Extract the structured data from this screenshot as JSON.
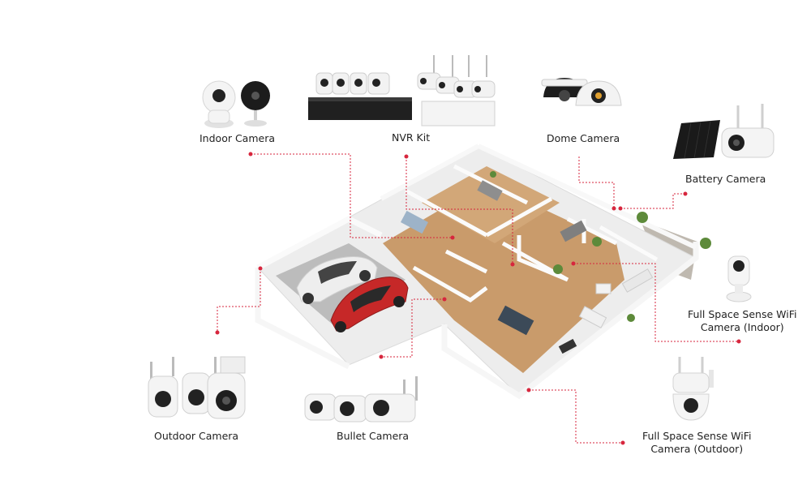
{
  "labels": {
    "indoor": "Indoor Camera",
    "nvr": "NVR Kit",
    "dome": "Dome Camera",
    "battery": "Battery Camera",
    "fss_indoor_1": "Full Space Sense WiFi",
    "fss_indoor_2": "Camera (Indoor)",
    "fss_outdoor_1": "Full Space Sense WiFi",
    "fss_outdoor_2": "Camera (Outdoor)",
    "outdoor": "Outdoor Camera",
    "bullet": "Bullet Camera"
  },
  "colors": {
    "connector": "#d7263d",
    "floor": "#c89a6a",
    "wall": "#f3f3f3",
    "camera_body": "#f5f5f5",
    "camera_dark": "#222222",
    "car_red": "#c62828",
    "car_white": "#eeeeee"
  },
  "icons": {
    "indoor": "indoor-camera-icon",
    "nvr": "nvr-kit-icon",
    "dome": "dome-camera-icon",
    "battery": "battery-camera-icon",
    "fss_indoor": "full-space-indoor-camera-icon",
    "fss_outdoor": "full-space-outdoor-camera-icon",
    "outdoor": "outdoor-camera-icon",
    "bullet": "bullet-camera-icon"
  }
}
